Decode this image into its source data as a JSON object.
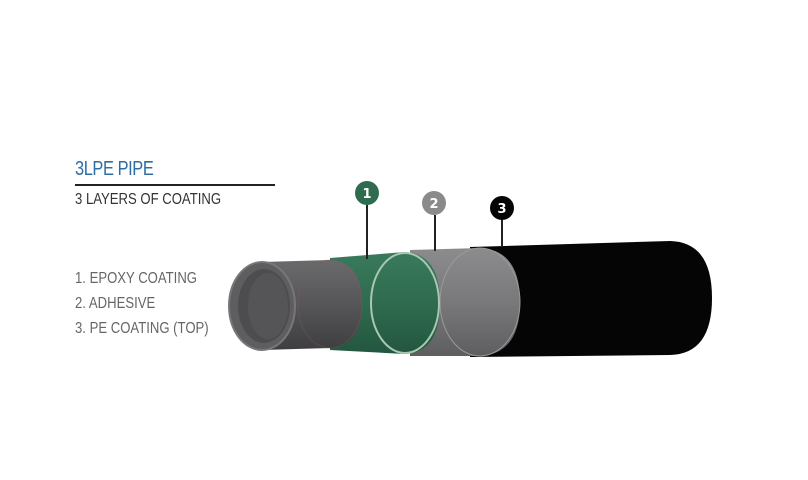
{
  "header": {
    "title": "3LPE PIPE",
    "subtitle": "3 LAYERS OF COATING"
  },
  "legend": {
    "items": [
      {
        "label": "1. EPOXY COATING"
      },
      {
        "label": "2. ADHESIVE"
      },
      {
        "label": "3. PE COATING (TOP)"
      }
    ]
  },
  "diagram": {
    "layers": [
      {
        "name": "steel-pipe",
        "color": "#5a5a5c"
      },
      {
        "name": "epoxy-coating",
        "color": "#2f6b4f"
      },
      {
        "name": "adhesive",
        "color": "#7a7a7c"
      },
      {
        "name": "pe-coating",
        "color": "#050505"
      }
    ],
    "markers": [
      {
        "number": "1",
        "color": "#2f6b4f"
      },
      {
        "number": "2",
        "color": "#8a8a8a"
      },
      {
        "number": "3",
        "color": "#050505"
      }
    ],
    "colors": {
      "title": "#2e6ca4"
    }
  }
}
